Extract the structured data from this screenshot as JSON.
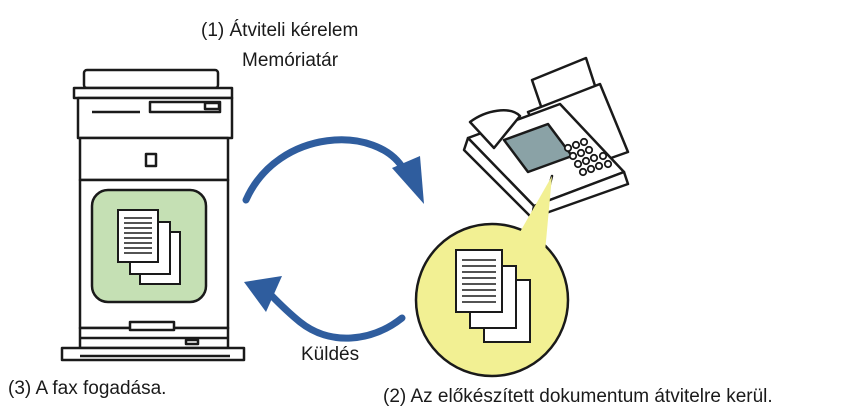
{
  "labels": {
    "request_line1": "(1) Átviteli kérelem",
    "request_line2": "Memóriatár",
    "receive": "(3) A fax fogadása.",
    "transmit": "(2) Az előkészített dokumentum átvitelre kerül.",
    "send": "Küldés"
  },
  "icons": {
    "copier": "multifunction-printer-icon",
    "fax": "fax-machine-icon",
    "memory_docs": "document-stack-icon",
    "fax_docs": "document-stack-icon"
  },
  "colors": {
    "arrow": "#2f5d9e",
    "memory_box": "#c5e0b4",
    "fax_bubble": "#f2f093",
    "outline": "#1a1a1a"
  }
}
